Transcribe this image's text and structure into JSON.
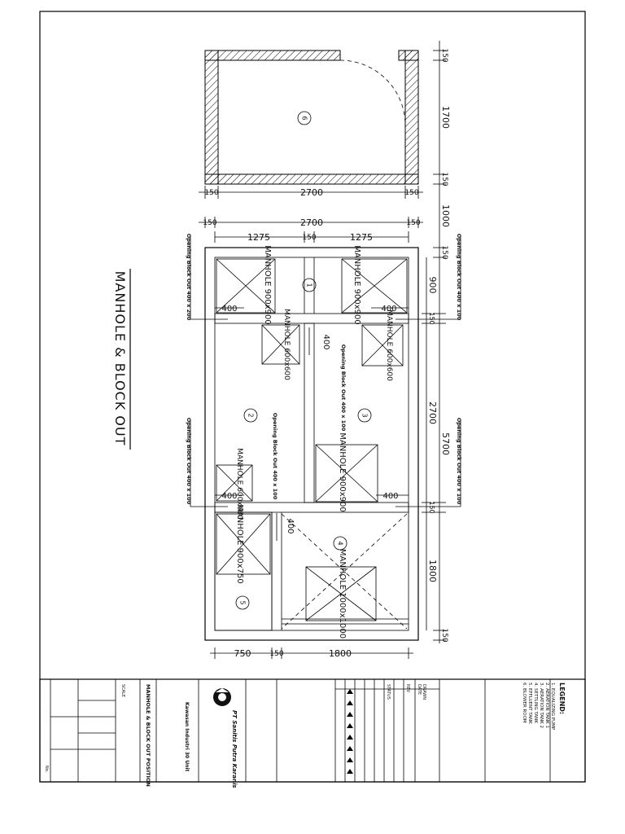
{
  "drawing": {
    "title": "MANHOLE & BLOCK OUT",
    "rooms": [
      "1",
      "2",
      "3",
      "4",
      "5",
      "6"
    ],
    "manholes": {
      "m1a": "MANHOLE 900x900",
      "m1b": "MANHOLE 900x900",
      "m2a": "MANHOLE 600x600",
      "m2b": "MANHOLE 600x600",
      "m3": "MANHOLE 900x900",
      "m4": "MANHOLE 1000x1000",
      "m5": "MANHOLE 900x750",
      "m6": "MANHOLE 600x600"
    },
    "dims": {
      "d2700": "2700",
      "d150": "150",
      "d1275": "1275",
      "d1700": "1700",
      "d1000": "1000",
      "d900": "900",
      "d5700": "5700",
      "d1800": "1800",
      "d750": "750",
      "d400": "400"
    },
    "openings": {
      "o1": "Opening Block Out 400 x 200",
      "o2": "Opening Block Out 400 x 100",
      "o3": "Opening Block Out 400 x 100",
      "o4": "Opening Block Out 400 x 100",
      "o5": "Opening Block Out 400 x 100",
      "o6": "Opening Block Out 400 x 100"
    }
  },
  "titleblock": {
    "legend_title": "LEGEND:",
    "legend": [
      "1. EQUALIZING PUMP",
      "2. AERATION TANK 1",
      "3. AERATION TANK 2",
      "4. SETTLING TANK",
      "5. EFFLUENT TANK",
      "6. BLOWER ROOM"
    ],
    "drawing_name": "MANHOLE & BLOCK OUT POSITION",
    "company": "PT Sanitis Putra Karanis",
    "project": "Kawasan Industri 30 Unit",
    "status_hdr": "STATUS",
    "rev_hdr": "REV",
    "date_hdr": "DATE",
    "drawn_hdr": "DRAWN",
    "scale_label": "SCALE",
    "no_label": "No."
  }
}
